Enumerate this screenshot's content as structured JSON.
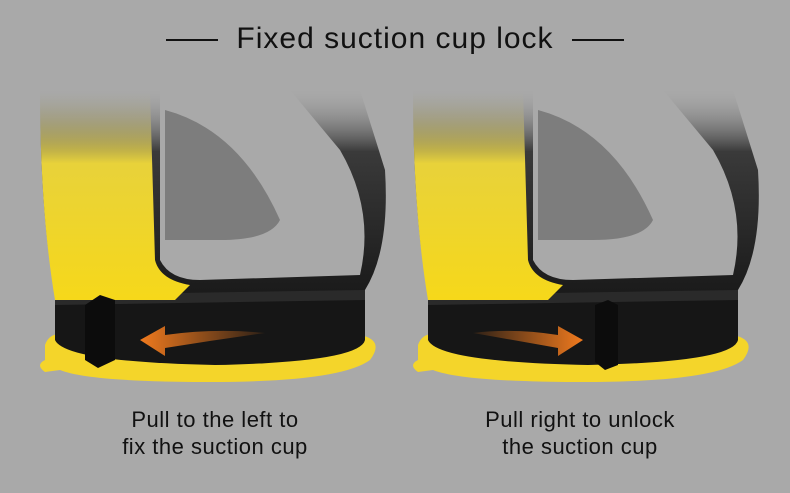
{
  "title": "Fixed suction cup lock",
  "panels": [
    {
      "caption_line1": "Pull to the left to",
      "caption_line2": "fix the suction cup",
      "direction": "left"
    },
    {
      "caption_line1": "Pull right to unlock",
      "caption_line2": "the suction cup",
      "direction": "right"
    }
  ],
  "colors": {
    "background": "#a9a9a9",
    "yellow": "#f2d21c",
    "arrow": "#f07a1e",
    "body": "#1c1c1c"
  }
}
